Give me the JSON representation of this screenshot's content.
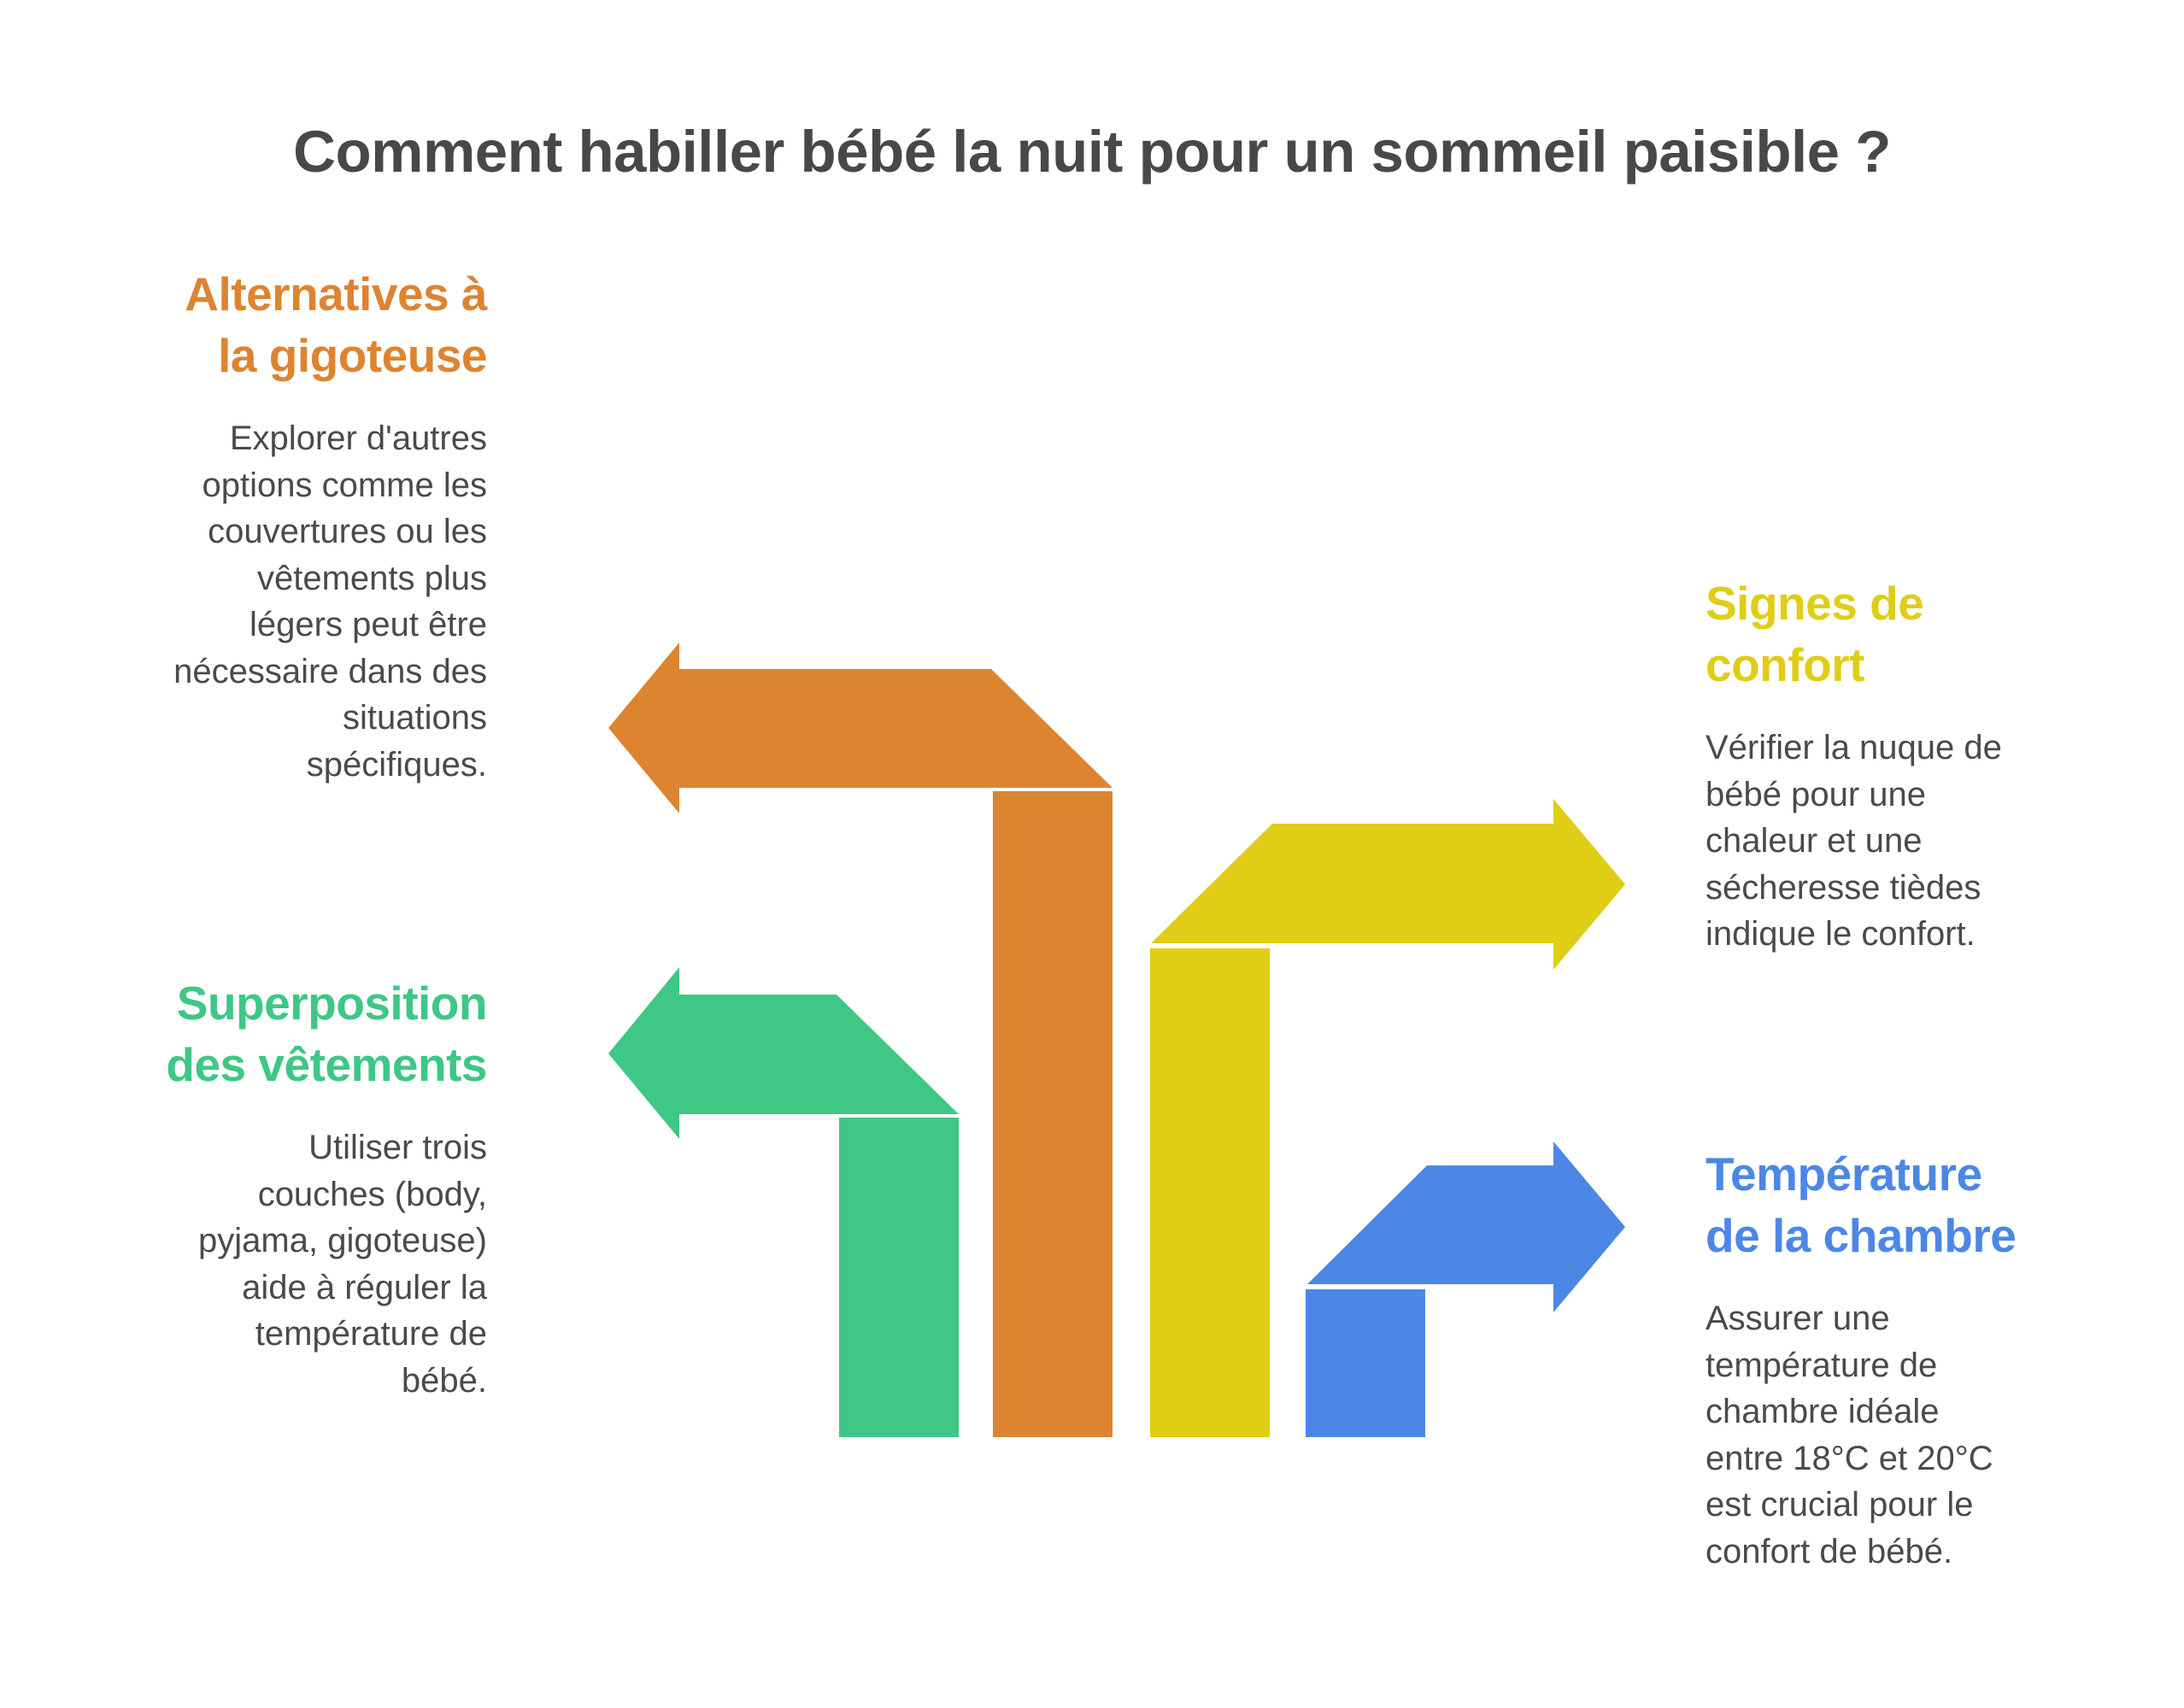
{
  "title": "Comment habiller bébé la nuit pour un sommeil paisible ?",
  "colors": {
    "title": "#484848",
    "body_text": "#4a4a4a",
    "alternatives": "#dd8431",
    "superposition": "#3ec785",
    "signes": "#dfcd16",
    "temperature": "#4c87e6"
  },
  "items": {
    "alternatives": {
      "heading": [
        "Alternatives à",
        "la gigoteuse"
      ],
      "body": [
        "Explorer d'autres",
        "options comme les",
        "couvertures ou les",
        "vêtements plus",
        "légers peut être",
        "nécessaire dans des",
        "situations",
        "spécifiques."
      ]
    },
    "superposition": {
      "heading": [
        "Superposition",
        "des vêtements"
      ],
      "body": [
        "Utiliser trois",
        "couches (body,",
        "pyjama, gigoteuse)",
        "aide à réguler la",
        "température de",
        "bébé."
      ]
    },
    "signes": {
      "heading": [
        "Signes de",
        "confort"
      ],
      "body": [
        "Vérifier la nuque de",
        "bébé pour une",
        "chaleur et une",
        "sécheresse tièdes",
        "indique le confort."
      ]
    },
    "temperature": {
      "heading": [
        "Température",
        "de la chambre"
      ],
      "body": [
        "Assurer une",
        "température de",
        "chambre idéale",
        "entre 18°C et 20°C",
        "est crucial pour le",
        "confort de bébé."
      ]
    }
  }
}
